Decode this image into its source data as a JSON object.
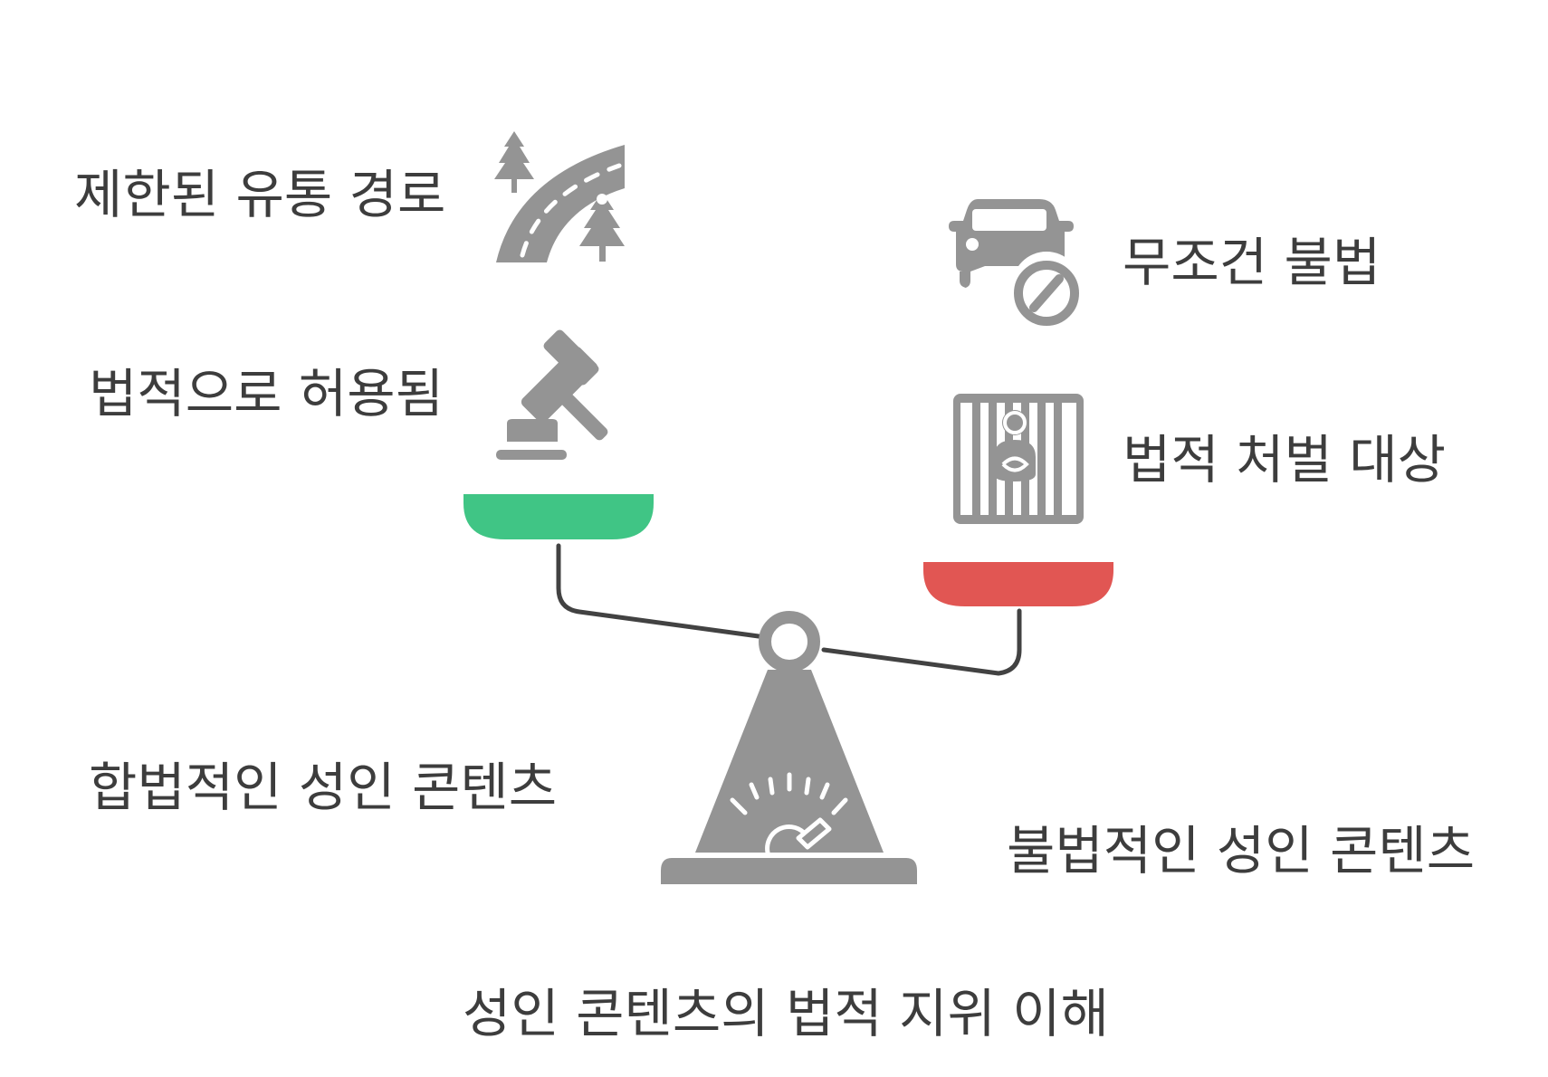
{
  "title": "성인 콘텐츠의 법적 지위 이해",
  "left_side": {
    "label": "합법적인 성인 콘텐츠",
    "color": "#40c585",
    "items": [
      {
        "label": "제한된 유통 경로",
        "icon": "road-with-trees-icon"
      },
      {
        "label": "법적으로 허용됨",
        "icon": "gavel-icon"
      }
    ]
  },
  "right_side": {
    "label": "불법적인 성인 콘텐츠",
    "color": "#e15653",
    "items": [
      {
        "label": "무조건 불법",
        "icon": "car-prohibited-icon"
      },
      {
        "label": "법적 처벌 대상",
        "icon": "prisoner-behind-bars-icon"
      }
    ]
  },
  "fulcrum_icon": "pressure-gauge-icon",
  "colors": {
    "icon_gray": "#949494",
    "beam": "#424242",
    "text": "#3d3d3d"
  }
}
